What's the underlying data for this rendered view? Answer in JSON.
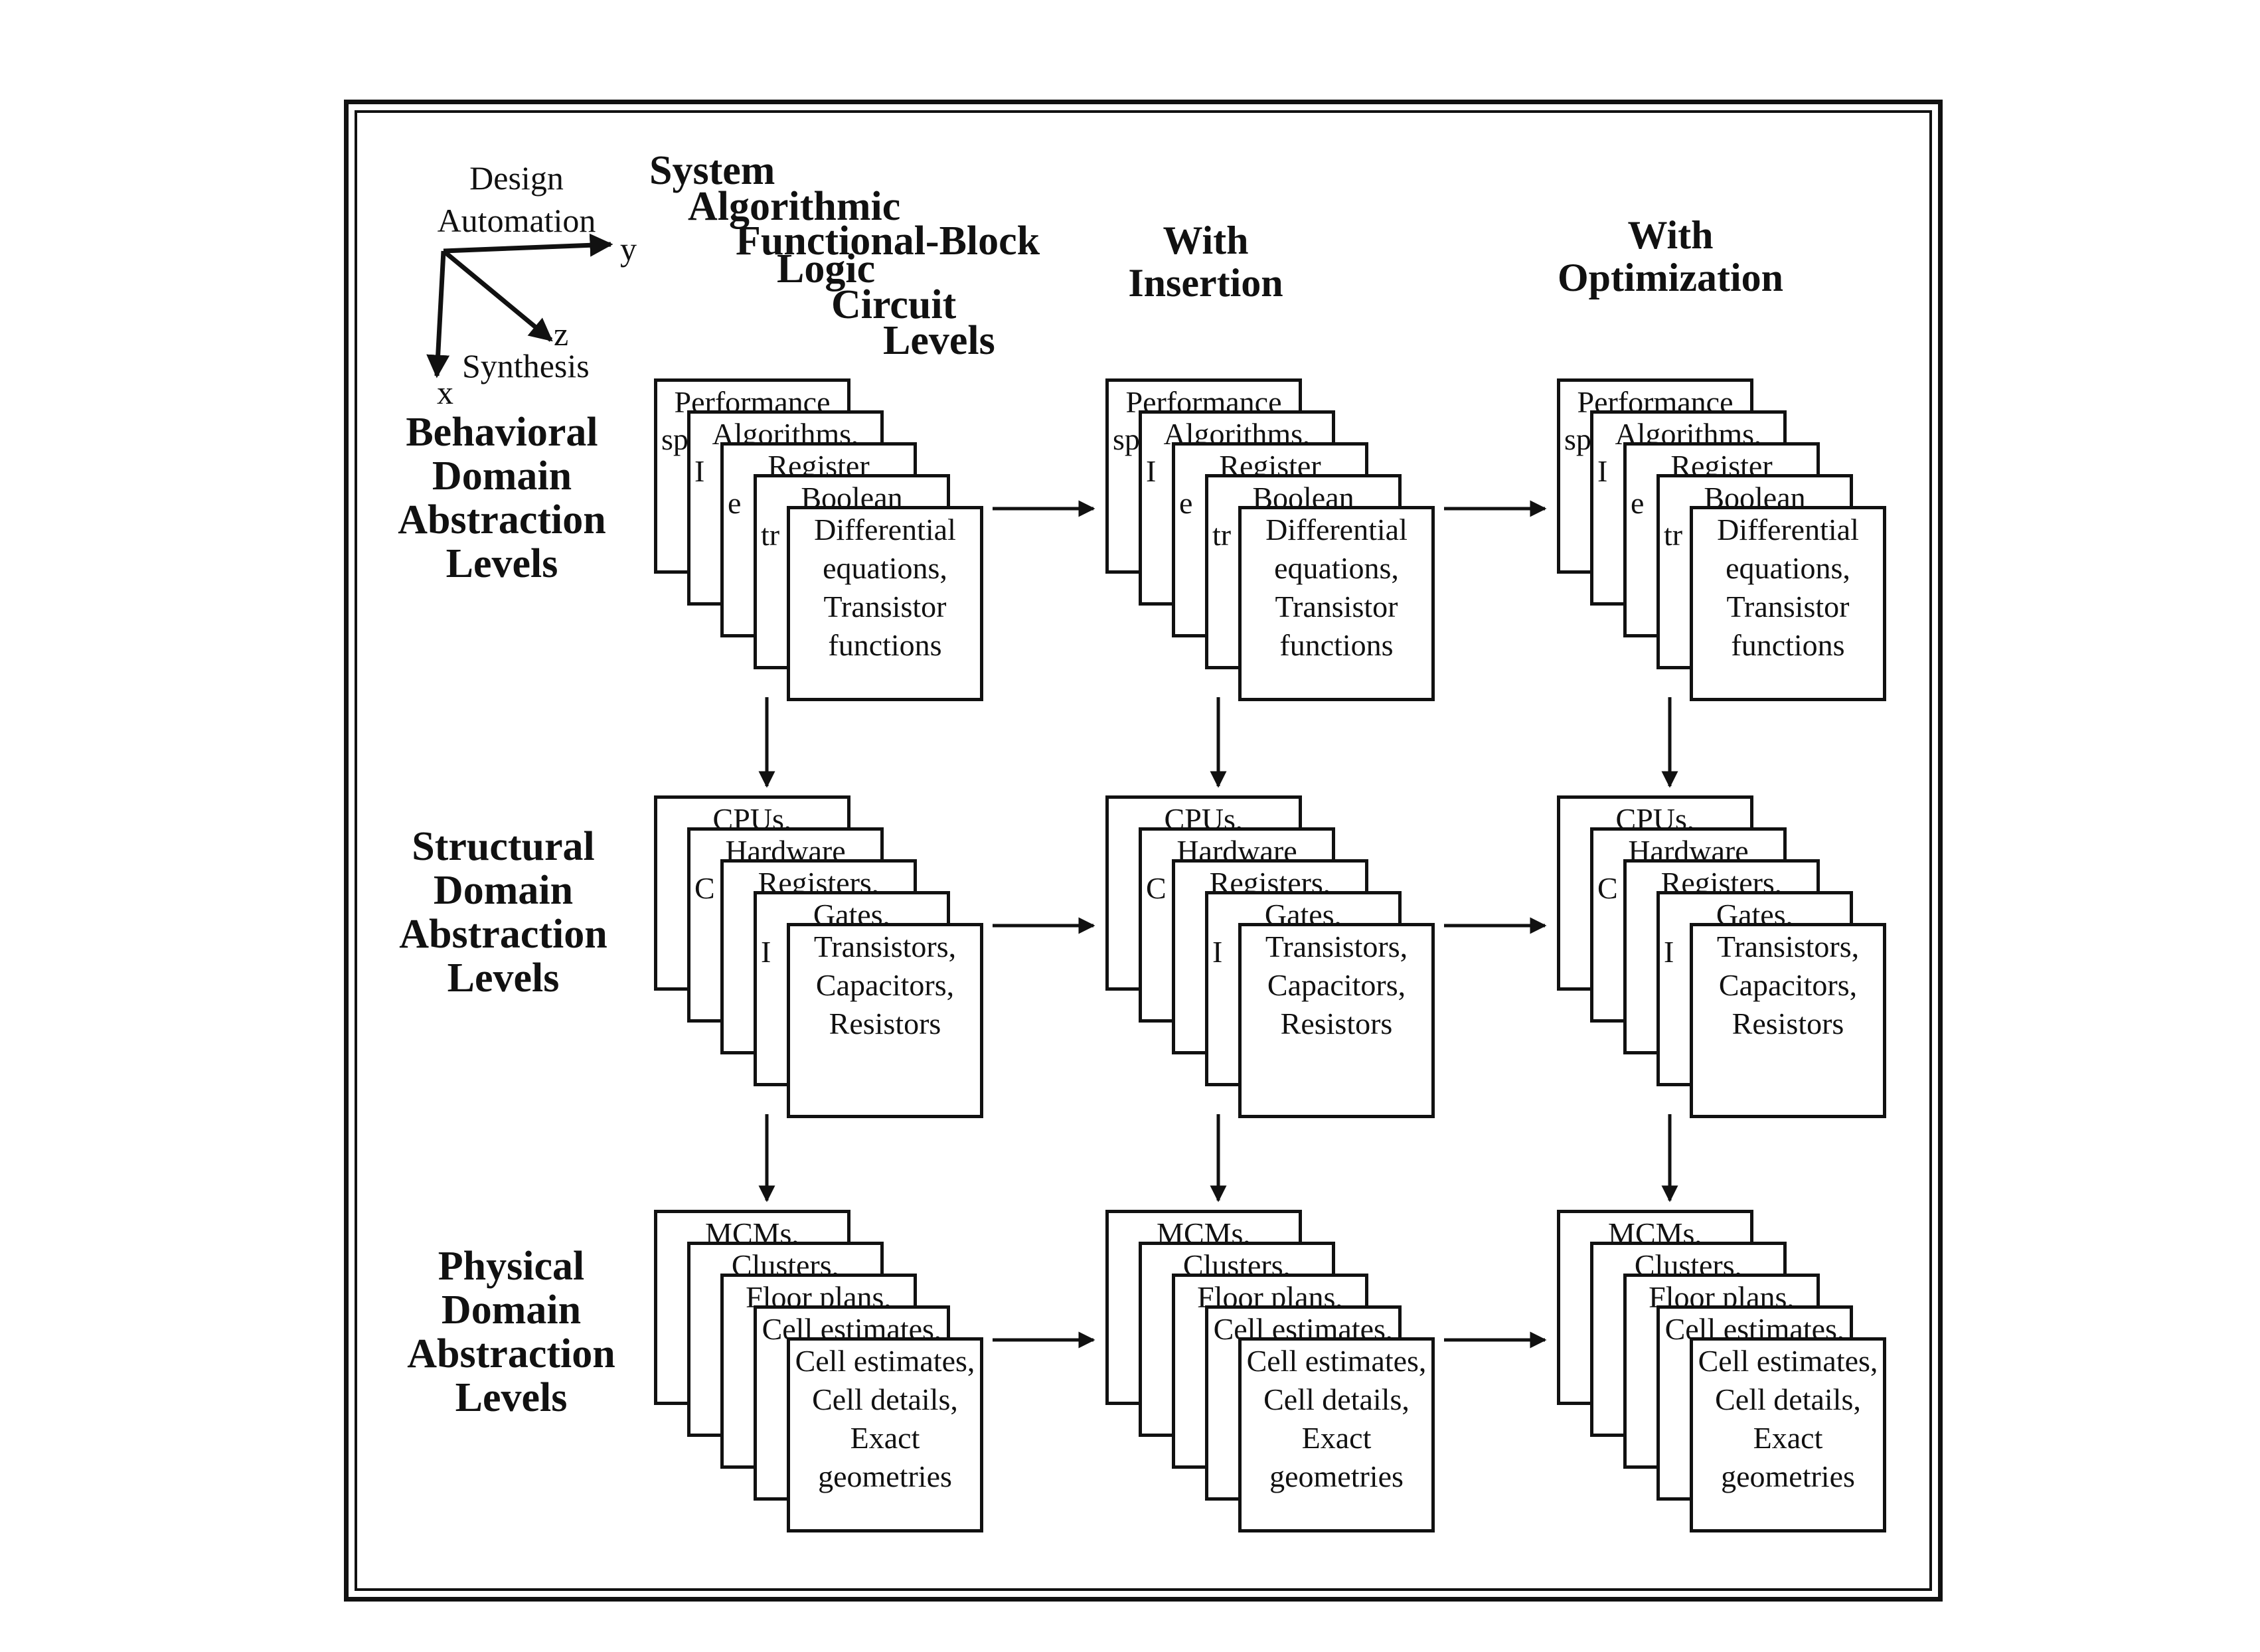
{
  "axes": {
    "top_label": "Design\nAutomation",
    "y_label": "y",
    "z_label": "z",
    "x_label": "x",
    "synthesis_label": "Synthesis"
  },
  "levels": [
    "System",
    "Algorithmic",
    "Functional-Block",
    "Logic",
    "Circuit",
    "Levels"
  ],
  "columns": [
    {
      "id": "col-1",
      "heading": ""
    },
    {
      "id": "col-2",
      "heading": "With\nInsertion"
    },
    {
      "id": "col-3",
      "heading": "With\nOptimization"
    }
  ],
  "rows": [
    {
      "id": "behavioral",
      "label": "Behavioral\nDomain\nAbstraction\nLevels",
      "cards": [
        "Performance",
        "Algorithms,",
        "Register",
        "Boolean",
        "Differential\nequations,\nTransistor\nfunctions"
      ],
      "peek": [
        "sp",
        "I",
        "e",
        "tr"
      ]
    },
    {
      "id": "structural",
      "label": "Structural\nDomain\nAbstraction\nLevels",
      "cards": [
        "CPUs,",
        "Hardware",
        "Registers,",
        "Gates,",
        "Transistors,\nCapacitors,\nResistors"
      ],
      "peek": [
        "",
        "C",
        "",
        "I"
      ]
    },
    {
      "id": "physical",
      "label": "Physical\nDomain\nAbstraction\nLevels",
      "cards": [
        "MCMs,",
        "Clusters,",
        "Floor plans,",
        "Cell estimates,",
        "Cell estimates,\nCell details,\nExact\ngeometries"
      ],
      "peek": [
        "",
        "",
        "",
        ""
      ]
    }
  ]
}
